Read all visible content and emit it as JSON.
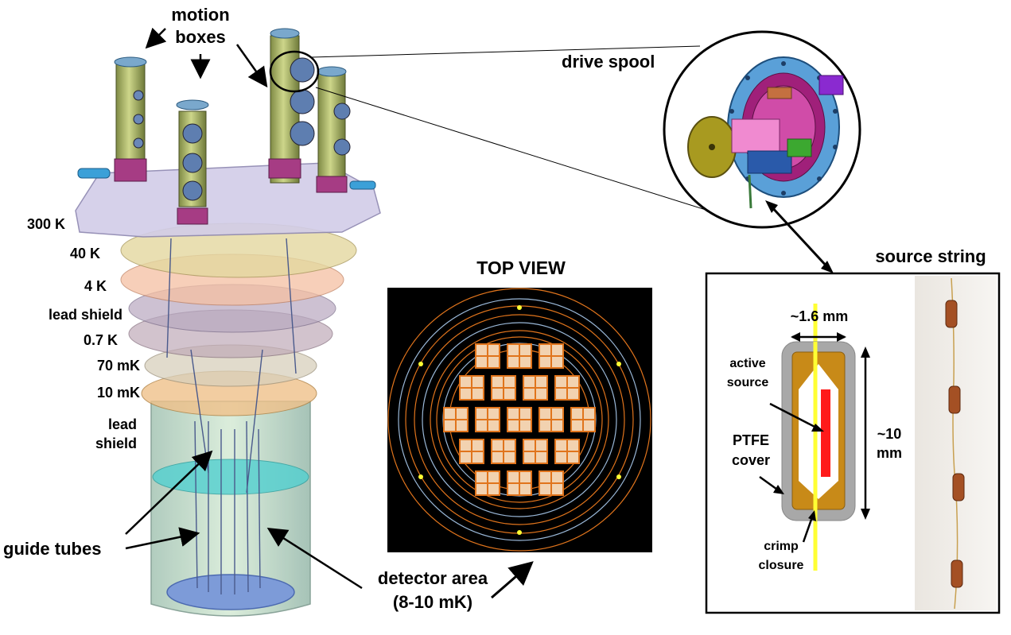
{
  "labels": {
    "motion_boxes": [
      "motion",
      "boxes"
    ],
    "drive_spool": "drive spool",
    "top_view": "TOP VIEW",
    "source_string": "source string",
    "stages": [
      "300 K",
      "40 K",
      "4 K",
      "lead shield",
      "0.7 K",
      "70 mK",
      "10 mK",
      "lead",
      "shield"
    ],
    "guide_tubes": "guide tubes",
    "detector_area": [
      "detector area",
      "(8-10 mK)"
    ],
    "width_dim": "~1.6 mm",
    "height_dim": [
      "~10",
      "mm"
    ],
    "active_source": [
      "active",
      "source"
    ],
    "ptfe_cover": [
      "PTFE",
      "cover"
    ],
    "crimp_closure": [
      "crimp",
      "closure"
    ]
  },
  "detector_array": {
    "rows": [
      3,
      4,
      5,
      4,
      3
    ]
  },
  "colors": {
    "gold_housing": "#c88a18",
    "ptfe_gray": "#a8a8a8",
    "active_red": "#ff1a1a",
    "string_yellow": "#ffff33",
    "top_view_bg": "#000000",
    "ring_orange": "#e0741c",
    "module_tan": "#f2d2b0",
    "flange_blue": "#5aa0d8",
    "column_olive": "#aab56c"
  }
}
